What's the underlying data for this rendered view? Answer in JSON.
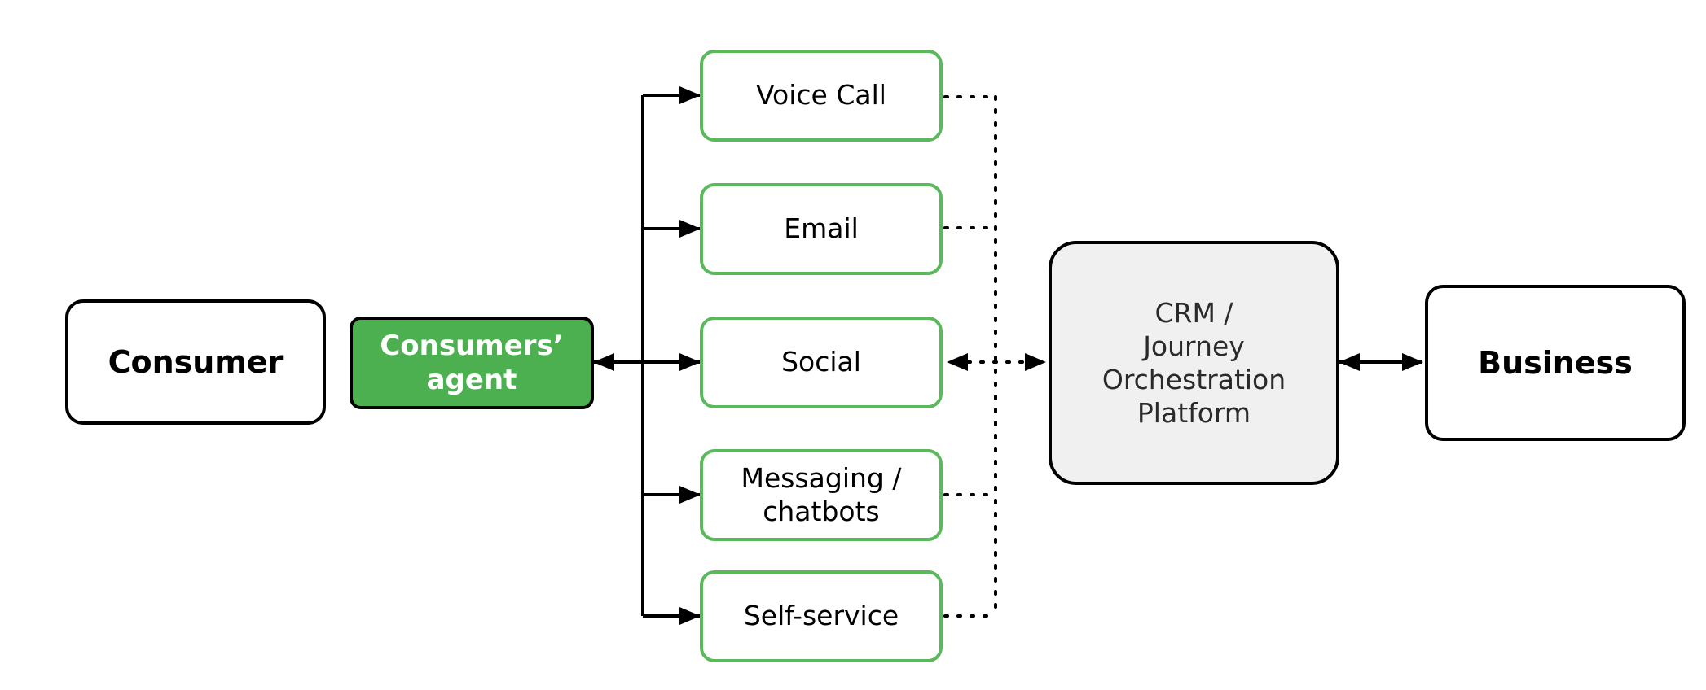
{
  "diagram": {
    "consumer": "Consumer",
    "agent": "Consumers’\nagent",
    "channels": [
      "Voice Call",
      "Email",
      "Social",
      "Messaging /\nchatbots",
      "Self-service"
    ],
    "platform": "CRM /\nJourney\nOrchestration\nPlatform",
    "business": "Business"
  },
  "colors": {
    "agent_fill": "#4caf50",
    "channel_border": "#5cb85c",
    "platform_fill": "#f0f0f0",
    "line": "#000000"
  }
}
